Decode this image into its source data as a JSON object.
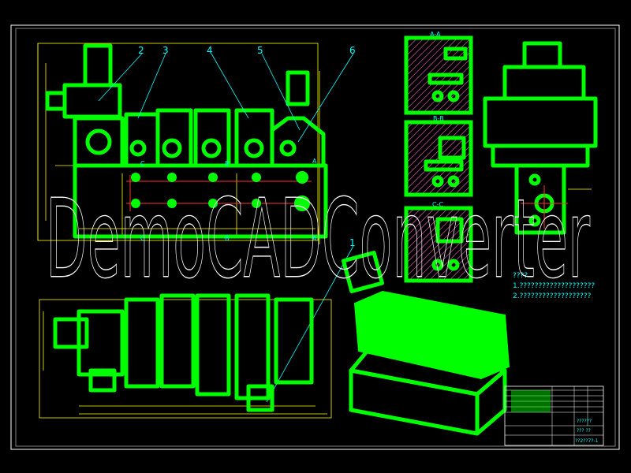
{
  "watermark": "DemoCADConverter",
  "callouts": [
    "1",
    "2",
    "3",
    "4",
    "5",
    "6"
  ],
  "sections": {
    "aa": "A-A",
    "bb": "B-B",
    "cc": "C-C"
  },
  "cut_marks": {
    "a": "A",
    "b": "B",
    "c": "C"
  },
  "notes": [
    "????",
    "1.????????????????????",
    "2.???????????????????"
  ],
  "title_block": {
    "name": "??????",
    "title": "??? ??",
    "drawing_no": "??2??7?-1"
  },
  "colors": {
    "background": "#000000",
    "part": "#00ff00",
    "dimension": "#ffff00",
    "text": "#00ffff",
    "centerline": "#ff3333",
    "hatch": "#ff66cc",
    "frame": "#ffffff"
  }
}
